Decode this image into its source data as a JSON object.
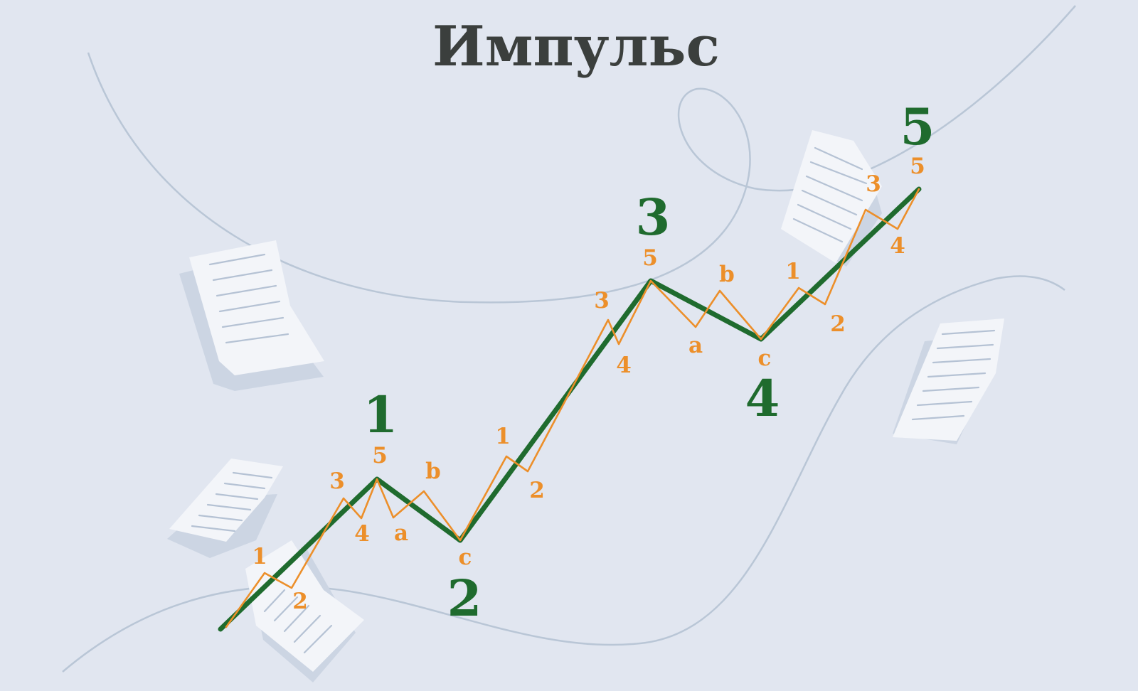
{
  "title": "Импульс",
  "colors": {
    "background": "#e1e6f0",
    "main_wave": "#1f6b2e",
    "sub_wave": "#ec8f2a",
    "title": "#3b3f3d",
    "decoration": "#b9c6d6"
  },
  "waves": {
    "major_labels": [
      "1",
      "2",
      "3",
      "4",
      "5"
    ],
    "wave1_sub_labels": [
      "1",
      "2",
      "3",
      "4",
      "5"
    ],
    "wave2_sub_labels": [
      "a",
      "b",
      "c"
    ],
    "wave3_sub_labels": [
      "1",
      "2",
      "3",
      "4",
      "5"
    ],
    "wave4_sub_labels": [
      "a",
      "b",
      "c"
    ],
    "wave5_sub_labels": [
      "1",
      "2",
      "3",
      "4",
      "5"
    ]
  },
  "decoration": {
    "paper_sheets_icon": "document-icon"
  }
}
